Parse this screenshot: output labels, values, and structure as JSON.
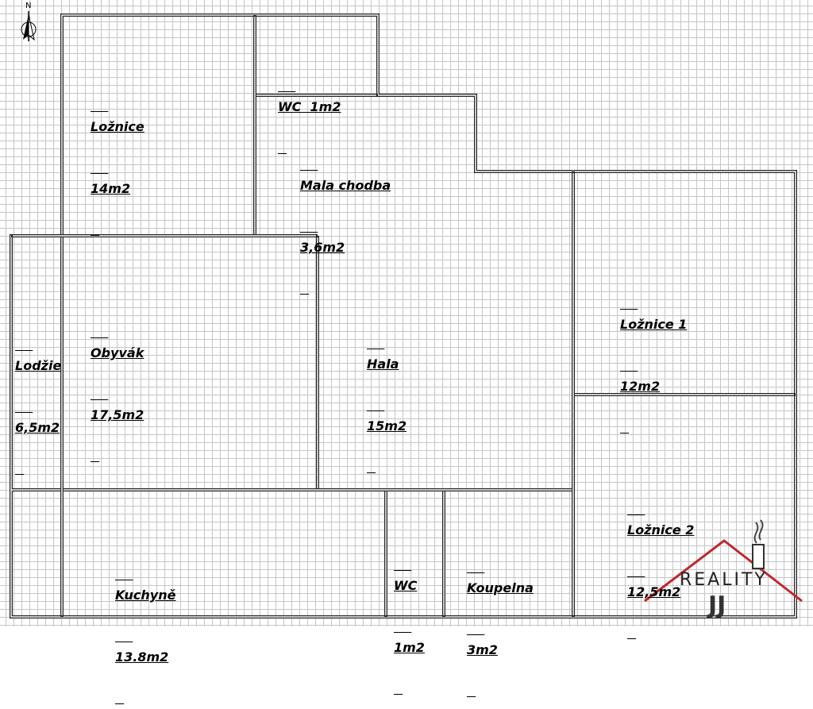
{
  "compass": {
    "label": "N",
    "icon": "north-arrow-icon"
  },
  "rooms": [
    {
      "id": "loznice",
      "name": "Ložnice",
      "area": "14m2"
    },
    {
      "id": "wc-top",
      "name": "WC  1m2",
      "area": ""
    },
    {
      "id": "mala-chodba",
      "name": "Mala chodba",
      "area": "3,6m2"
    },
    {
      "id": "lozdie",
      "name": "Lodžie",
      "area": "6,5m2"
    },
    {
      "id": "obyvak",
      "name": "Obyvák",
      "area": "17,5m2"
    },
    {
      "id": "hala",
      "name": "Hala",
      "area": "15m2"
    },
    {
      "id": "loznice-1",
      "name": "Ložnice 1",
      "area": "12m2"
    },
    {
      "id": "loznice-2",
      "name": "Ložnice 2",
      "area": "12,5m2"
    },
    {
      "id": "kuchyne",
      "name": "Kuchyně",
      "area": "13.8m2"
    },
    {
      "id": "wc-bottom",
      "name": "WC",
      "area": "1m2"
    },
    {
      "id": "koupelna",
      "name": "Koupelna",
      "area": "3m2"
    }
  ],
  "logo": {
    "text": "REALITY",
    "initials": "JJ",
    "color": "#c0272d"
  }
}
